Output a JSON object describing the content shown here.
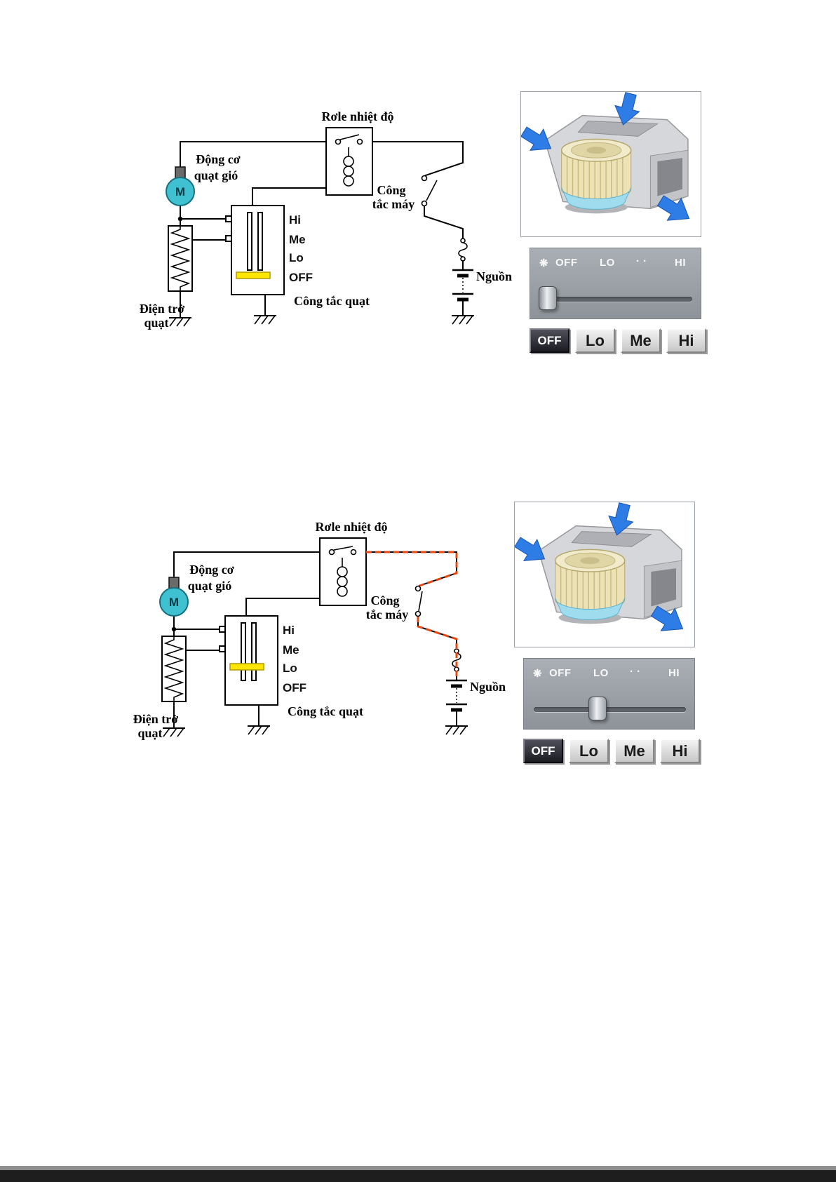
{
  "circuit": {
    "relay_label": "Rơle nhiệt độ",
    "motor_label_line1": "Động cơ",
    "motor_label_line2": "quạt gió",
    "motor_letter": "M",
    "ignition_label_line1": "Công",
    "ignition_label_line2": "tắc máy",
    "fan_switch_label": "Công tắc quạt",
    "resistor_label_line1": "Điện trở",
    "resistor_label_line2": "quạt",
    "power_label": "Nguồn",
    "positions": [
      "Hi",
      "Me",
      "Lo",
      "OFF"
    ]
  },
  "panel": {
    "fan_icon": "❋",
    "off": "OFF",
    "lo": "LO",
    "dots": "· ·",
    "hi": "HI"
  },
  "buttons": {
    "off": "OFF",
    "lo": "Lo",
    "me": "Me",
    "hi": "Hi"
  },
  "figure1": {
    "fan_switch_position": "OFF",
    "slider_position": "OFF",
    "pressed_button": "OFF"
  },
  "figure2": {
    "fan_switch_position": "Lo",
    "slider_position": "LO",
    "pressed_button": "OFF"
  },
  "colors": {
    "wire": "#000000",
    "motor_fill": "#3fc1d1",
    "selector_bar": "#ffe600",
    "current_flow": "#e8470f",
    "airflow_arrow": "#2e7de6",
    "panel_bg": "#989ea4"
  }
}
